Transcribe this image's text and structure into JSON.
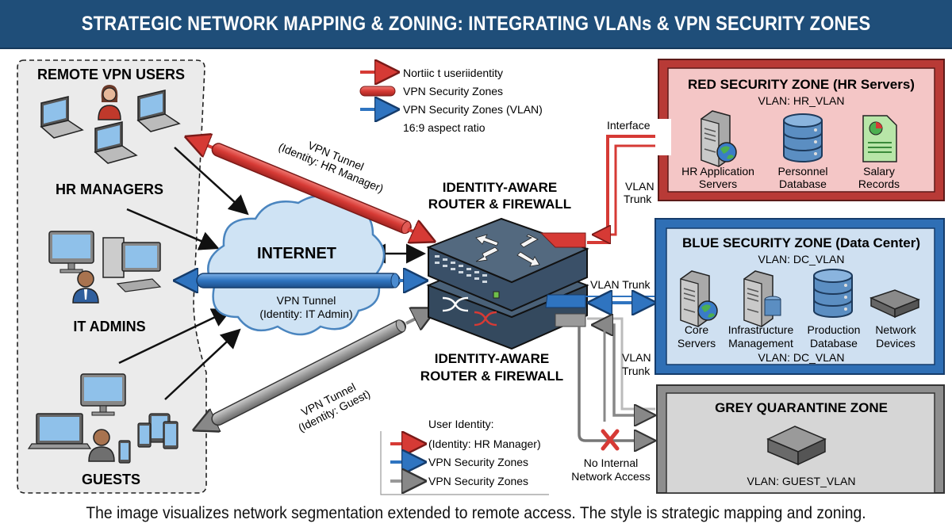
{
  "header": {
    "title": "STRATEGIC NETWORK MAPPING & ZONING: INTEGRATING VLANs & VPN SECURITY ZONES"
  },
  "remote_users": {
    "title": "REMOTE VPN USERS",
    "groups": [
      {
        "label": "HR MANAGERS"
      },
      {
        "label": "IT ADMINS"
      },
      {
        "label": "GUESTS"
      }
    ]
  },
  "legend_top": {
    "items": [
      {
        "label": "Nortiic t useriidentity",
        "symbol": "red-arrow"
      },
      {
        "label": "VPN Security Zones",
        "symbol": "red-tube"
      },
      {
        "label": "VPN Security Zones (VLAN)",
        "symbol": "blue-arrow"
      },
      {
        "label": "16:9 aspect ratio",
        "symbol": "none"
      }
    ]
  },
  "internet": {
    "label": "INTERNET"
  },
  "tunnels": {
    "hr": {
      "line1": "VPN Tunnel",
      "line2": "(Identity: HR Manager)"
    },
    "it": {
      "line1": "VPN Tunnel",
      "line2": "(Identity: IT Admin)"
    },
    "guest": {
      "line1": "VPN Tunnel",
      "line2": "(Identity: Guest)"
    }
  },
  "router": {
    "top_label_1": "IDENTITY-AWARE",
    "top_label_2": "ROUTER & FIREWALL",
    "bottom_label_1": "IDENTITY-AWARE",
    "bottom_label_2": "ROUTER & FIREWALL"
  },
  "links": {
    "interface": "Interface",
    "red_trunk_1": "VLAN",
    "red_trunk_2": "Trunk",
    "blue_trunk": "VLAN Trunk",
    "grey_trunk_1": "VLAN",
    "grey_trunk_2": "Trunk",
    "no_access_1": "No Internal",
    "no_access_2": "Network Access"
  },
  "zones": {
    "red": {
      "title": "RED SECURITY ZONE (HR Servers)",
      "vlan": "VLAN: HR_VLAN",
      "color": "#f4c6c6",
      "assets": [
        {
          "line1": "HR Application",
          "line2": "Servers",
          "icon": "server-globe"
        },
        {
          "line1": "Personnel",
          "line2": "Database",
          "icon": "database"
        },
        {
          "line1": "Salary",
          "line2": "Records",
          "icon": "document-chart"
        }
      ]
    },
    "blue": {
      "title": "BLUE SECURITY ZONE (Data Center)",
      "vlan": "VLAN: DC_VLAN",
      "vlan_bottom": "VLAN: DC_VLAN",
      "color": "#cfe0f1",
      "assets": [
        {
          "line1": "Core",
          "line2": "Servers",
          "icon": "server-globe"
        },
        {
          "line1": "Infrastructure",
          "line2": "Management",
          "icon": "server-db"
        },
        {
          "line1": "Production",
          "line2": "Database",
          "icon": "database"
        },
        {
          "line1": "Network",
          "line2": "Devices",
          "icon": "switch"
        }
      ]
    },
    "grey": {
      "title": "GREY QUARANTINE ZONE",
      "vlan": "VLAN: GUEST_VLAN",
      "color": "#d6d6d6"
    }
  },
  "legend_bottom": {
    "title": "User Identity:",
    "items": [
      {
        "label": "(Identity: HR Manager)",
        "symbol": "red-arrow"
      },
      {
        "label": "VPN Security Zones",
        "symbol": "blue-arrow"
      },
      {
        "label": "VPN Security Zones",
        "symbol": "grey-arrow"
      }
    ]
  },
  "caption": "The image visualizes network segmentation extended to remote access. The style is strategic mapping and zoning."
}
